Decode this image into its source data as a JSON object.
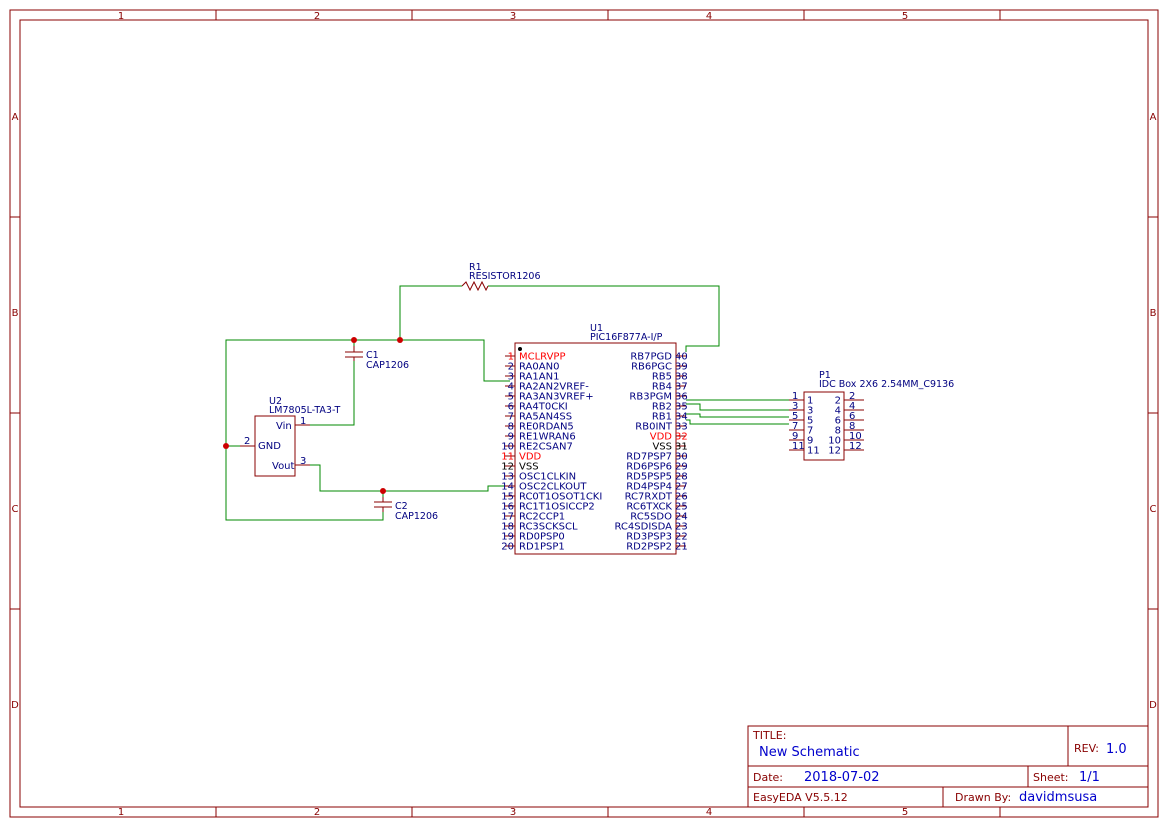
{
  "frame": {
    "columns": [
      "1",
      "2",
      "3",
      "4",
      "5"
    ],
    "rows": [
      "A",
      "B",
      "C",
      "D"
    ]
  },
  "title_block": {
    "title_label": "TITLE:",
    "title": "New Schematic",
    "rev_label": "REV:",
    "rev": "1.0",
    "date_label": "Date:",
    "date": "2018-07-02",
    "sheet_label": "Sheet:",
    "sheet": "1/1",
    "software": "EasyEDA V5.5.12",
    "drawn_by_label": "Drawn By:",
    "drawn_by": "davidmsusa"
  },
  "components": {
    "r1": {
      "ref": "R1",
      "value": "RESISTOR1206"
    },
    "c1": {
      "ref": "C1",
      "value": "CAP1206"
    },
    "c2": {
      "ref": "C2",
      "value": "CAP1206"
    },
    "u2": {
      "ref": "U2",
      "value": "LM7805L-TA3-T",
      "pins": [
        "Vin",
        "GND",
        "Vout"
      ],
      "pin_numbers": [
        "1",
        "2",
        "3"
      ]
    },
    "u1": {
      "ref": "U1",
      "value": "PIC16F877A-I/P",
      "left_pins": [
        {
          "num": "1",
          "name": "MCLRVPP"
        },
        {
          "num": "2",
          "name": "RA0AN0"
        },
        {
          "num": "3",
          "name": "RA1AN1"
        },
        {
          "num": "4",
          "name": "RA2AN2VREF-"
        },
        {
          "num": "5",
          "name": "RA3AN3VREF+"
        },
        {
          "num": "6",
          "name": "RA4T0CKI"
        },
        {
          "num": "7",
          "name": "RA5AN4SS"
        },
        {
          "num": "8",
          "name": "RE0RDAN5"
        },
        {
          "num": "9",
          "name": "RE1WRAN6"
        },
        {
          "num": "10",
          "name": "RE2CSAN7"
        },
        {
          "num": "11",
          "name": "VDD"
        },
        {
          "num": "12",
          "name": "VSS"
        },
        {
          "num": "13",
          "name": "OSC1CLKIN"
        },
        {
          "num": "14",
          "name": "OSC2CLKOUT"
        },
        {
          "num": "15",
          "name": "RC0T1OSOT1CKI"
        },
        {
          "num": "16",
          "name": "RC1T1OSICCP2"
        },
        {
          "num": "17",
          "name": "RC2CCP1"
        },
        {
          "num": "18",
          "name": "RC3SCKSCL"
        },
        {
          "num": "19",
          "name": "RD0PSP0"
        },
        {
          "num": "20",
          "name": "RD1PSP1"
        }
      ],
      "right_pins": [
        {
          "num": "40",
          "name": "RB7PGD"
        },
        {
          "num": "39",
          "name": "RB6PGC"
        },
        {
          "num": "38",
          "name": "RB5"
        },
        {
          "num": "37",
          "name": "RB4"
        },
        {
          "num": "36",
          "name": "RB3PGM"
        },
        {
          "num": "35",
          "name": "RB2"
        },
        {
          "num": "34",
          "name": "RB1"
        },
        {
          "num": "33",
          "name": "RB0INT"
        },
        {
          "num": "32",
          "name": "VDD"
        },
        {
          "num": "31",
          "name": "VSS"
        },
        {
          "num": "30",
          "name": "RD7PSP7"
        },
        {
          "num": "29",
          "name": "RD6PSP6"
        },
        {
          "num": "28",
          "name": "RD5PSP5"
        },
        {
          "num": "27",
          "name": "RD4PSP4"
        },
        {
          "num": "26",
          "name": "RC7RXDT"
        },
        {
          "num": "25",
          "name": "RC6TXCK"
        },
        {
          "num": "24",
          "name": "RC5SDO"
        },
        {
          "num": "23",
          "name": "RC4SDISDA"
        },
        {
          "num": "22",
          "name": "RD3PSP3"
        },
        {
          "num": "21",
          "name": "RD2PSP2"
        }
      ]
    },
    "p1": {
      "ref": "P1",
      "value": "IDC Box 2X6 2.54MM_C9136",
      "left_pins": [
        "1",
        "3",
        "5",
        "7",
        "9",
        "11"
      ],
      "right_pins": [
        "2",
        "4",
        "6",
        "8",
        "10",
        "12"
      ]
    }
  }
}
